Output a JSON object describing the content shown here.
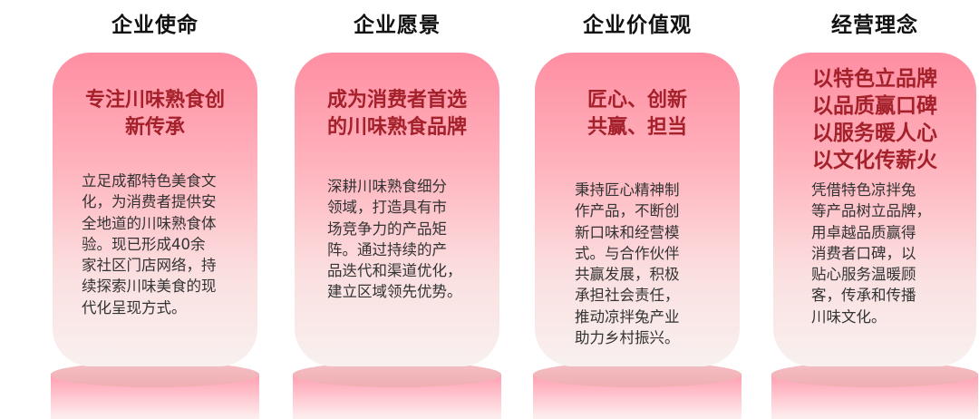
{
  "colors": {
    "heading_red": "#a4202a",
    "card_top_pink": "#ff8ea2",
    "card_bottom": "#f8f1ef",
    "title_black": "#111111",
    "body_text": "#333333"
  },
  "columns": [
    {
      "title": "企业使命",
      "heading": "专注川味熟食创\n新传承",
      "body": "立足成都特色美食文\n化，为消费者提供安\n全地道的川味熟食体\n验。现已形成40余\n家社区门店网络，持\n续探索川味美食的现\n代化呈现方式。"
    },
    {
      "title": "企业愿景",
      "heading": "成为消费者首选\n的川味熟食品牌",
      "body": "深耕川味熟食细分\n领域，打造具有市\n场竞争力的产品矩\n阵。通过持续的产\n品迭代和渠道优化，\n建立区域领先优势。"
    },
    {
      "title": "企业价值观",
      "heading": "匠心、创新\n共赢、担当",
      "body": "秉持匠心精神制\n作产品，不断创\n新口味和经营模\n式。与合作伙伴\n共赢发展，积极\n承担社会责任，\n推动凉拌兔产业\n助力乡村振兴。"
    },
    {
      "title": "经营理念",
      "heading": "以特色立品牌\n以品质赢口碑\n以服务暖人心\n以文化传薪火",
      "body": "凭借特色凉拌兔\n等产品树立品牌，\n用卓越品质赢得\n消费者口碑，以\n贴心服务温暖顾\n客，传承和传播\n川味文化。"
    }
  ]
}
